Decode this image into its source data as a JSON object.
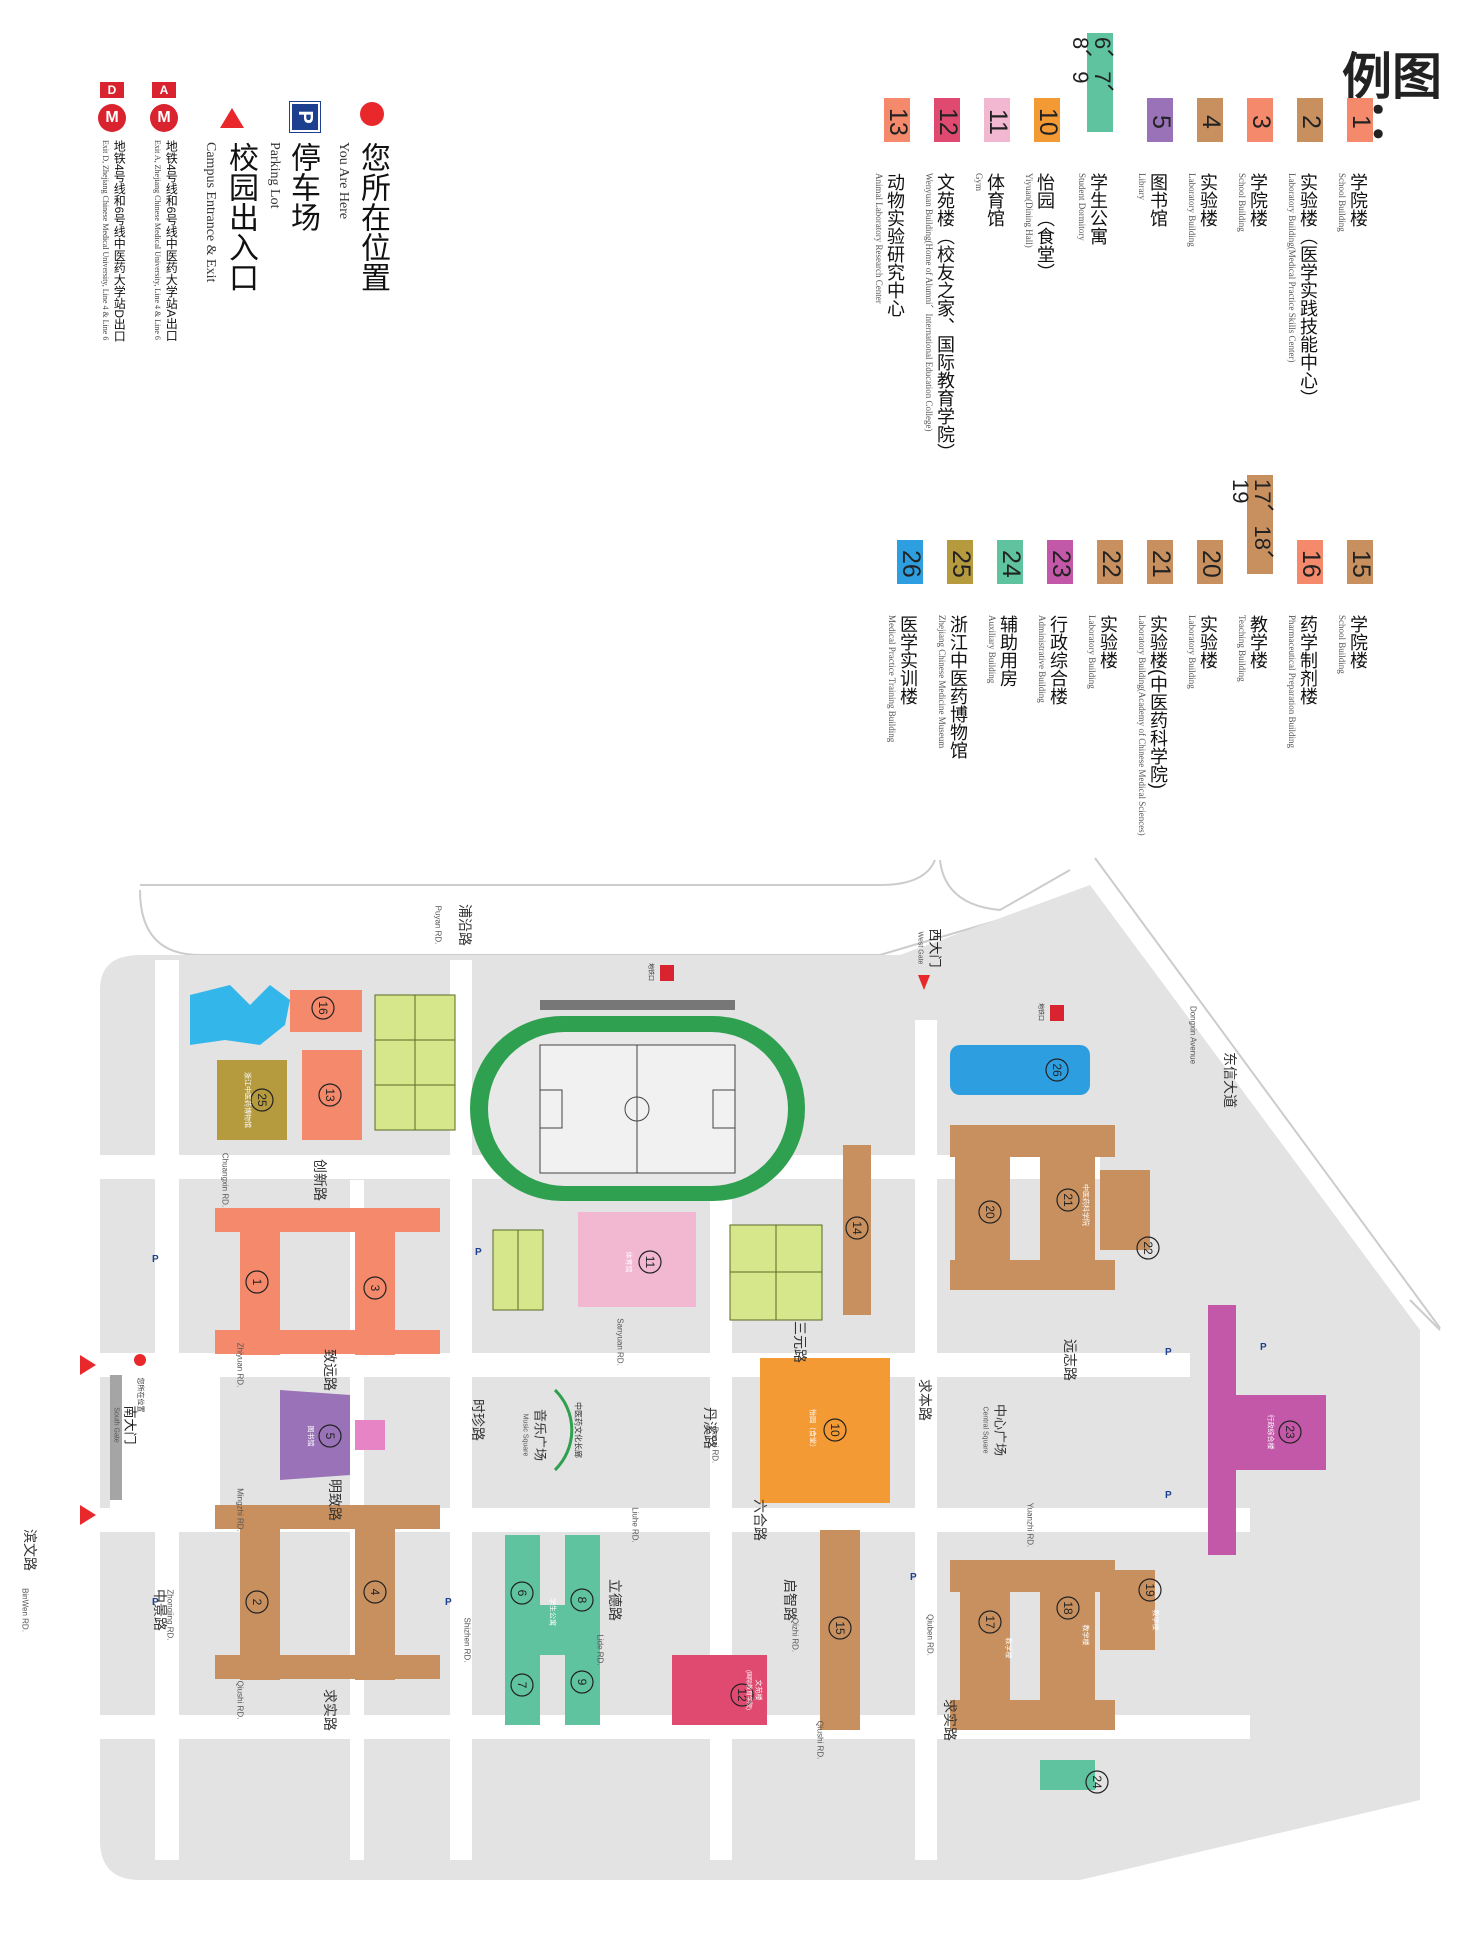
{
  "legend": {
    "title": "图例：",
    "items": [
      {
        "num": "1",
        "cn": "学院楼",
        "en": "School Building",
        "color": "#f4896b"
      },
      {
        "num": "2",
        "cn": "实验楼（医学实践技能中心）",
        "en": "Laboratory Building(Medical Practice Skills Center)",
        "color": "#c8905f"
      },
      {
        "num": "3",
        "cn": "学院楼",
        "en": "School Building",
        "color": "#f4896b"
      },
      {
        "num": "4",
        "cn": "实验楼",
        "en": "Laboratory Building",
        "color": "#c8905f"
      },
      {
        "num": "5",
        "cn": "图书馆",
        "en": "Library",
        "color": "#9a72b8"
      },
      {
        "num": "6、7、8、9",
        "cn": "学生公寓",
        "en": "Student Dormitory",
        "color": "#5fc3a0"
      },
      {
        "num": "10",
        "cn": "怡园（食堂）",
        "en": "Yiyuan(Dining Hall)",
        "color": "#f39a35"
      },
      {
        "num": "11",
        "cn": "体育馆",
        "en": "Gym",
        "color": "#f2b8d2"
      },
      {
        "num": "12",
        "cn": "文苑楼（校友之家、国际教育学院）",
        "en": "Wenyuan Building(Home of Alumni、International Education College)",
        "color": "#e04a70"
      },
      {
        "num": "13",
        "cn": "动物实验研究中心",
        "en": "Animal Laboratory Research Center",
        "color": "#f4896b"
      },
      {
        "num": "15",
        "cn": "学院楼",
        "en": "School Building",
        "color": "#c8905f"
      },
      {
        "num": "16",
        "cn": "药学制剂楼",
        "en": "Pharmaceutical Preparation Building",
        "color": "#f4896b"
      },
      {
        "num": "17、18、19",
        "cn": "教学楼",
        "en": "Teaching Building",
        "color": "#c8905f"
      },
      {
        "num": "20",
        "cn": "实验楼",
        "en": "Laboratory Building",
        "color": "#c8905f"
      },
      {
        "num": "21",
        "cn": "实验楼(中医药科学院)",
        "en": "Laboratory Building(Academy of Chinese Medical Sciences)",
        "color": "#c8905f"
      },
      {
        "num": "22",
        "cn": "实验楼",
        "en": "Laboratory Building",
        "color": "#c8905f"
      },
      {
        "num": "23",
        "cn": "行政综合楼",
        "en": "Administrative Building",
        "color": "#c357a8"
      },
      {
        "num": "24",
        "cn": "辅助用房",
        "en": "Auxiliary Building",
        "color": "#5fc3a0"
      },
      {
        "num": "25",
        "cn": "浙江中医药博物馆",
        "en": "Zhejiang Chinese Medicine Museum",
        "color": "#b59a3e"
      },
      {
        "num": "26",
        "cn": "医学实训楼",
        "en": "Medical Practice Training Building",
        "color": "#2d9fe0"
      }
    ]
  },
  "keys": {
    "you_are_here": {
      "cn": "您所在位置",
      "en": "You Are Here",
      "color": "#e8282b"
    },
    "parking": {
      "icon": "P",
      "cn": "停车场",
      "en": "Parking Lot",
      "color": "#1d3f8f"
    },
    "entrance": {
      "cn": "校园出入口",
      "en": "Campus Entrance & Exit",
      "color": "#e8282b"
    },
    "metro_a": {
      "badge": "A",
      "cn": "地铁4号线和6号线中医药大学站A出口",
      "en": "Exit A, Zhejiang Chinese Medical University, Line 4 & Line 6"
    },
    "metro_d": {
      "badge": "D",
      "cn": "地铁4号线和6号线中医药大学站D出口",
      "en": "Exit D, Zhejiang Chinese Medical University, Line 4 & Line 6"
    }
  },
  "map": {
    "roads": [
      {
        "id": "puyan",
        "cn": "浦沿路",
        "en": "Puyan RD."
      },
      {
        "id": "dongxin",
        "cn": "东信大道",
        "en": "Dongxin Avenue"
      },
      {
        "id": "binwen",
        "cn": "滨文路",
        "en": "BinWen RD."
      },
      {
        "id": "chuangxin",
        "cn": "创新路",
        "en": "Chuangxin RD."
      },
      {
        "id": "zhiyuan",
        "cn": "致远路",
        "en": "Zhiyuan RD."
      },
      {
        "id": "mingzhi",
        "cn": "明致路",
        "en": "Mingzhi RD."
      },
      {
        "id": "zhongjing",
        "cn": "中景路",
        "en": "Zhongjing RD."
      },
      {
        "id": "qiushi",
        "cn": "求实路",
        "en": "Qiushi RD."
      },
      {
        "id": "sanyuan",
        "cn": "三元路",
        "en": "Sanyuan RD."
      },
      {
        "id": "danxi",
        "cn": "丹溪路",
        "en": "Danxi RD."
      },
      {
        "id": "liuhe",
        "cn": "六合路",
        "en": "Liuhe RD."
      },
      {
        "id": "lide",
        "cn": "立德路",
        "en": "Lide RD."
      },
      {
        "id": "qizhi",
        "cn": "启智路",
        "en": "Qizhi RD."
      },
      {
        "id": "qiuben",
        "cn": "求本路",
        "en": "Qiuben RD."
      },
      {
        "id": "yuanzhi",
        "cn": "远志路",
        "en": "Yuanzhi RD."
      },
      {
        "id": "shizhen",
        "cn": "时珍路",
        "en": "Shizhen RD."
      },
      {
        "id": "qiushi2",
        "cn": "求实路",
        "en": "Qiushi RD."
      }
    ],
    "places": {
      "west_gate": {
        "cn": "西大门",
        "en": "West Gate"
      },
      "south_gate": {
        "cn": "南大门",
        "en": "South Gate"
      },
      "music_square": {
        "cn": "音乐广场",
        "en": "Music Square"
      },
      "central_square": {
        "cn": "中心广场",
        "en": "Central Square"
      },
      "culture_corridor": "中医药文化长廊",
      "you_are_here_label": "您所在位置",
      "metro_exit_label": "地铁口"
    },
    "building_labels": {
      "b5": "图书馆",
      "b10": "怡园（食堂）",
      "b11": "体育馆",
      "b12": "文苑楼",
      "b12_sub": "(国际教育学院)",
      "b21": "中医药科学院",
      "b23": "行政综合楼",
      "b25": "浙江中医药博物馆",
      "b6_8": "学生公寓",
      "b17": "教学楼",
      "b18": "教学楼",
      "b19": "教学楼"
    },
    "colors": {
      "ground": "#e3e3e3",
      "road": "#ffffff",
      "track": "#2fa04f",
      "field": "#eeeeee",
      "court": "#d6e68a",
      "water": "#33b6ea"
    }
  }
}
